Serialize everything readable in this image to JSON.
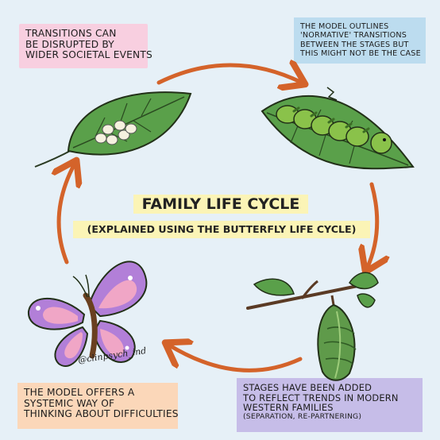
{
  "title": "FAMILY LIFE CYCLE",
  "subtitle": "(EXPLAINED USING THE BUTTERFLY LIFE CYCLE)",
  "notes": {
    "top_left": [
      "TRANSITIONS CAN",
      "BE DISRUPTED BY",
      "WIDER SOCIETAL EVENTS"
    ],
    "top_right": [
      "THE MODEL OUTLINES",
      "'NORMATIVE' TRANSITIONS",
      "BETWEEN THE STAGES BUT",
      "THIS MIGHT NOT BE THE CASE"
    ],
    "bottom_left": [
      "THE MODEL OFFERS A",
      "SYSTEMIC WAY OF",
      "THINKING ABOUT DIFFICULTIES"
    ],
    "bottom_right": [
      "STAGES HAVE BEEN ADDED",
      "TO REFLECT TRENDS IN MODERN",
      "WESTERN FAMILIES",
      "(SEPARATION, RE-PARTNERING)"
    ]
  },
  "signature": "@clinpsych_ind",
  "colors": {
    "background": "#e6f0f7",
    "arrow": "#d4632a",
    "leaf": "#5aa04a",
    "caterpillar": "#8ac24a",
    "chrysalis": "#5f9a4a",
    "butterfly": "#b27fd8",
    "note_pink": "#f8cfe0",
    "note_blue": "#bcdcef",
    "note_peach": "#fbd7b9",
    "note_purple": "#c6bde8",
    "title_highlight": "#fbf4b6"
  }
}
